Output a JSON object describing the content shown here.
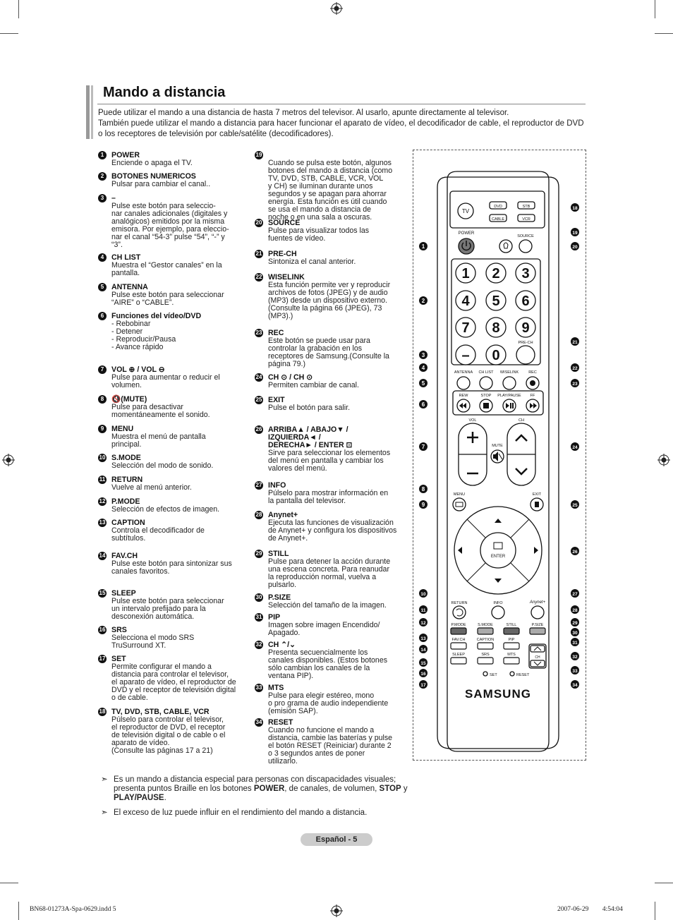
{
  "title": "Mando a distancia",
  "intro": {
    "p1": "Puede utilizar el mando a una distancia de hasta 7 metros del televisor. Al usarlo, apunte directamente al televisor.",
    "p2": "También puede utilizar el mando a distancia para hacer funcionar el aparato de vídeo, el decodificador de cable, el reproductor de DVD o los receptores de televisión por cable/satélite (decodificadores)."
  },
  "items_col1": [
    {
      "n": "1",
      "label": "POWER",
      "desc": "Enciende o apaga el TV."
    },
    {
      "n": "2",
      "label": "BOTONES NUMERICOS",
      "desc": "Pulsar para cambiar el canal.."
    },
    {
      "n": "3",
      "label": "–",
      "desc": "Pulse este botón para seleccio-\nnar canales adicionales (digitales y\nanalógicos) emitidos por la misma\nemisora. Por ejemplo, para eleccio-\nnar el canal “54-3” pulse “54”, “-” y\n“3”."
    },
    {
      "n": "4",
      "label": "CH LIST",
      "desc": "Muestra el “Gestor canales” en la\npantalla."
    },
    {
      "n": "5",
      "label": "ANTENNA",
      "desc": "Pulse este botón para seleccionar\n“AIRE” o “CABLE”."
    },
    {
      "n": "6",
      "label": "Funciones del vídeo/DVD",
      "desc": "- Rebobinar\n- Detener\n- Reproducir/Pausa\n- Avance rápido"
    },
    {
      "n": "7",
      "label": "VOL ⊕ / VOL ⊖",
      "desc": "Pulse para aumentar o reducir el\nvolumen."
    },
    {
      "n": "8",
      "label": "🔇(MUTE)",
      "desc": "Pulse para desactivar\nmomentáneamente el sonido."
    },
    {
      "n": "9",
      "label": "MENU",
      "desc": "Muestra el menú de pantalla\nprincipal."
    },
    {
      "n": "10",
      "label": "S.MODE",
      "desc": "Selección del modo de sonido."
    },
    {
      "n": "11",
      "label": "RETURN",
      "desc": "Vuelve al menú anterior."
    },
    {
      "n": "12",
      "label": "P.MODE",
      "desc": "Selección de efectos de imagen."
    },
    {
      "n": "13",
      "label": "CAPTION",
      "desc": "Controla el decodificador de\nsubtítulos."
    },
    {
      "n": "14",
      "label": "FAV.CH",
      "desc": "Pulse este botón para sintonizar sus\ncanales favoritos."
    },
    {
      "n": "15",
      "label": "SLEEP",
      "desc": "Pulse este botón para seleccionar\nun intervalo prefijado para la\ndesconexión automática."
    },
    {
      "n": "16",
      "label": "SRS",
      "desc": "Selecciona el modo SRS\nTruSurround XT."
    },
    {
      "n": "17",
      "label": "SET",
      "desc": "Permite configurar el mando a\ndistancia para controlar el televisor,\nel aparato de vídeo, el reproductor de\nDVD y el receptor de televisión digital\no de cable."
    },
    {
      "n": "18",
      "label": "TV, DVD, STB, CABLE, VCR",
      "desc": "Púlselo para controlar el televisor,\nel reproductor de DVD, el receptor\nde televisión digital o de cable o el\naparato de vídeo.\n(Consulte las páginas 17 a 21)"
    }
  ],
  "items_col2": [
    {
      "n": "19",
      "label": "",
      "desc": "Cuando se pulsa este botón, algunos\nbotones del mando a distancia (como\nTV, DVD, STB, CABLE, VCR, VOL\ny CH) se iluminan durante unos\nsegundos y se apagan para ahorrar\nenergía. Esta función es útil cuando\nse usa el mando a distancia de\nnoche o en una sala a oscuras."
    },
    {
      "n": "20",
      "label": "SOURCE",
      "desc": "Pulse para visualizar todos las\nfuentes de vídeo."
    },
    {
      "n": "21",
      "label": "PRE-CH",
      "desc": "Sintoniza el canal anterior."
    },
    {
      "n": "22",
      "label": "WISELINK",
      "desc": "Esta función permite ver y reproducir\narchivos de fotos (JPEG) y de audio\n(MP3) desde un dispositivo externo.\n(Consulte la página 66 (JPEG), 73\n(MP3).)"
    },
    {
      "n": "23",
      "label": "REC",
      "desc": "Este botón se puede usar para\ncontrolar la grabación en los\nreceptores de Samsung.(Consulte la\npágina 79.)"
    },
    {
      "n": "24",
      "label": "CH ⊙ / CH ⊙",
      "desc": "Permiten cambiar de canal."
    },
    {
      "n": "25",
      "label": "EXIT",
      "desc": "Pulse el botón para salir."
    },
    {
      "n": "26",
      "label": "ARRIBA▲ / ABAJO▼ /\nIZQUIERDA◄ /\nDERECHA► / ENTER ⊡",
      "desc": "Sirve para seleccionar los elementos\ndel menú en pantalla y cambiar los\nvalores del menú."
    },
    {
      "n": "27",
      "label": "INFO",
      "desc": "Púlselo para mostrar información en\nla pantalla del televisor."
    },
    {
      "n": "28",
      "label": "Anynet+",
      "desc": "Ejecuta las funciones de visualización\nde Anynet+ y configura los dispositivos\nde Anynet+."
    },
    {
      "n": "29",
      "label": "STILL",
      "desc": "Pulse para detener la acción durante\nuna escena concreta. Para reanudar\nla reproducción normal, vuelva a\npulsarlo."
    },
    {
      "n": "30",
      "label": "P.SIZE",
      "desc": "Selección del tamaño de la imagen."
    },
    {
      "n": "31",
      "label": "PIP",
      "desc": "Imagen sobre imagen Encendido/\nApagado."
    },
    {
      "n": "32",
      "label": "CH ⌃/⌄",
      "desc": "Presenta secuencialmente los\ncanales disponibles. (Estos botones\nsólo cambian los canales de la\nventana PIP)."
    },
    {
      "n": "33",
      "label": "MTS",
      "desc": "Pulse para elegir estéreo, mono\no pro grama de audio independiente\n(emisión SAP)."
    },
    {
      "n": "34",
      "label": "RESET",
      "desc": "Cuando no funcione el mando a\ndistancia, cambie las baterías y pulse\nel botón RESET (Reiniciar) durante 2\no 3 segundos antes de poner\nutilizarlo."
    }
  ],
  "remote": {
    "tv": "TV",
    "dvd": "DVD",
    "stb": "STB",
    "cable": "CABLE",
    "vcr": "VCR",
    "power": "POWER",
    "source": "SOURCE",
    "prech": "PRE-CH",
    "antenna": "ANTENNA",
    "chlist": "CH LIST",
    "wiselink": "WISELINK",
    "rec": "REC",
    "rew": "REW",
    "stop": "STOP",
    "playpause": "PLAY/PAUSE",
    "ff": "FF",
    "vol": "VOL",
    "ch": "CH",
    "mute": "MUTE",
    "menu": "MENU",
    "exit": "EXIT",
    "enter": "ENTER",
    "return": "RETURN",
    "info": "INFO",
    "anynet": "Anynet+",
    "pmode": "P.MODE",
    "smode": "S.MODE",
    "still": "STILL",
    "psize": "P.SIZE",
    "favch": "FAV.CH",
    "caption": "CAPTION",
    "pip": "PIP",
    "sleep": "SLEEP",
    "srs": "SRS",
    "mts": "MTS",
    "set": "SET",
    "reset": "RESET",
    "chsmall": "CH",
    "brand": "SAMSUNG",
    "digits": [
      "1",
      "2",
      "3",
      "4",
      "5",
      "6",
      "7",
      "8",
      "9",
      "–",
      "0"
    ]
  },
  "notes": {
    "n1a": "Es un mando a distancia especial para personas con discapacidades visuales; presenta puntos Braille en los botones ",
    "n1b": "POWER",
    "n1c": ", de canales, de volumen, ",
    "n1d": "STOP",
    "n1e": " y ",
    "n1f": "PLAY/PAUSE",
    "n1g": ".",
    "n2": "El exceso de luz puede influir en el rendimiento del mando a distancia."
  },
  "page_badge": "Español - 5",
  "footer_left": "BN68-01273A-Spa-0629.indd   5",
  "footer_right": "2007-06-29   ￿￿ 4:54:04"
}
